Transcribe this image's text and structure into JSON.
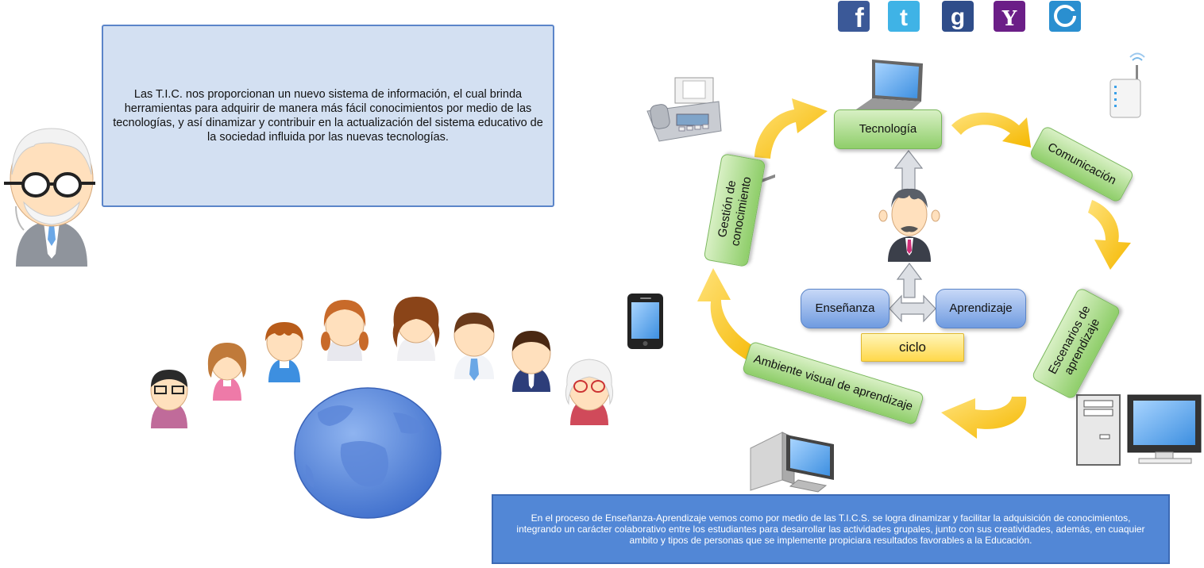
{
  "top_text": "Las T.I.C. nos proporcionan un nuevo sistema de información, el cual brinda herramientas  para adquirir de manera más fácil conocimientos por medio de las tecnologías, y así dinamizar y contribuir en la actualización del sistema educativo de la sociedad influida por las nuevas tecnologías.",
  "bottom_text": "En el proceso de Enseñanza-Aprendizaje vemos como por medio de las T.I.C.S. se logra dinamizar y facilitar la adquisición de conocimientos, integrando un carácter colaborativo entre los estudiantes para desarrollar las actividades grupales, junto con sus creatividades, además, en cuaquier ambito y tipos de personas que se implemente propiciara resultados favorables a la Educación.",
  "cycle": {
    "tecnologia": "Tecnología",
    "comunicacion": "Comunicación",
    "escenarios": "Escenarios de aprendizaje",
    "ambiente": "Ambiente visual de aprendizaje",
    "gestion": "Gestión de conocimiento"
  },
  "center": {
    "ensenanza": "Enseñanza",
    "aprendizaje": "Aprendizaje",
    "ciclo": "ciclo"
  },
  "social_icons": [
    "facebook-icon",
    "twitter-icon",
    "google-icon",
    "yahoo-icon",
    "other-service-icon"
  ],
  "social_glyphs": {
    "facebook": "f",
    "twitter": "t",
    "google": "g",
    "yahoo": "Y"
  },
  "colors": {
    "green_node": "#8fce6a",
    "blue_node": "#6f9be0",
    "yellow_node": "#ffd84a",
    "arrow": "#ffc832",
    "callout_top": "#d3e0f2",
    "callout_bottom": "#5287d6"
  }
}
